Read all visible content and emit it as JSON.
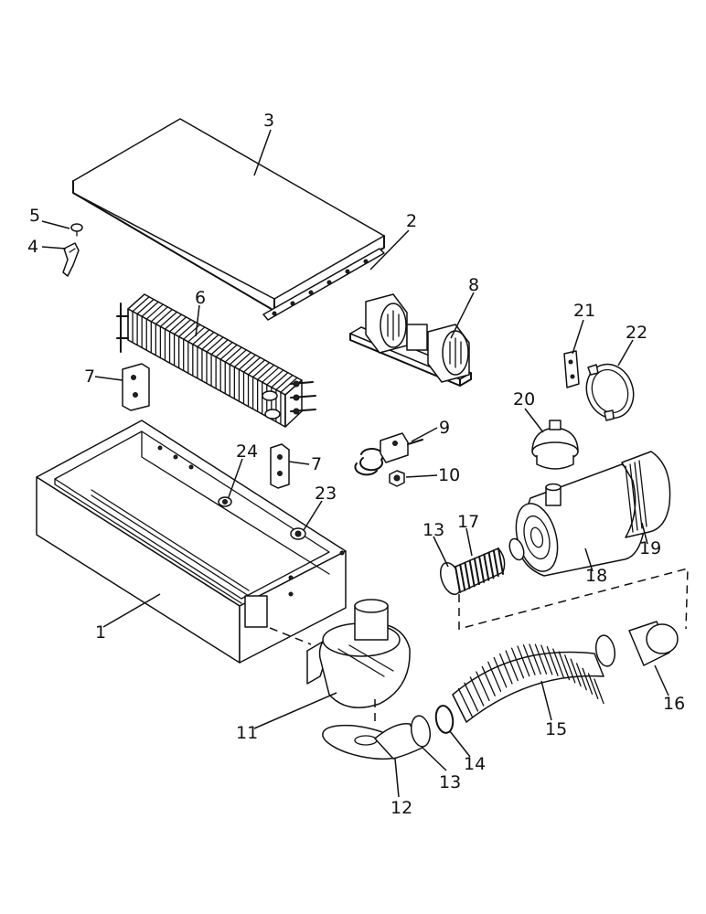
{
  "diagram": {
    "parts": [
      {
        "id": "p1",
        "label": "1"
      },
      {
        "id": "p2",
        "label": "2"
      },
      {
        "id": "p3",
        "label": "3"
      },
      {
        "id": "p4",
        "label": "4"
      },
      {
        "id": "p5",
        "label": "5"
      },
      {
        "id": "p6",
        "label": "6"
      },
      {
        "id": "p7a",
        "label": "7"
      },
      {
        "id": "p7b",
        "label": "7"
      },
      {
        "id": "p8",
        "label": "8"
      },
      {
        "id": "p9",
        "label": "9"
      },
      {
        "id": "p10",
        "label": "10"
      },
      {
        "id": "p11",
        "label": "11"
      },
      {
        "id": "p12",
        "label": "12"
      },
      {
        "id": "p13a",
        "label": "13"
      },
      {
        "id": "p13b",
        "label": "13"
      },
      {
        "id": "p14",
        "label": "14"
      },
      {
        "id": "p15",
        "label": "15"
      },
      {
        "id": "p16",
        "label": "16"
      },
      {
        "id": "p17",
        "label": "17"
      },
      {
        "id": "p18",
        "label": "18"
      },
      {
        "id": "p19",
        "label": "19"
      },
      {
        "id": "p20",
        "label": "20"
      },
      {
        "id": "p21",
        "label": "21"
      },
      {
        "id": "p22",
        "label": "22"
      },
      {
        "id": "p23",
        "label": "23"
      },
      {
        "id": "p24",
        "label": "24"
      }
    ]
  }
}
